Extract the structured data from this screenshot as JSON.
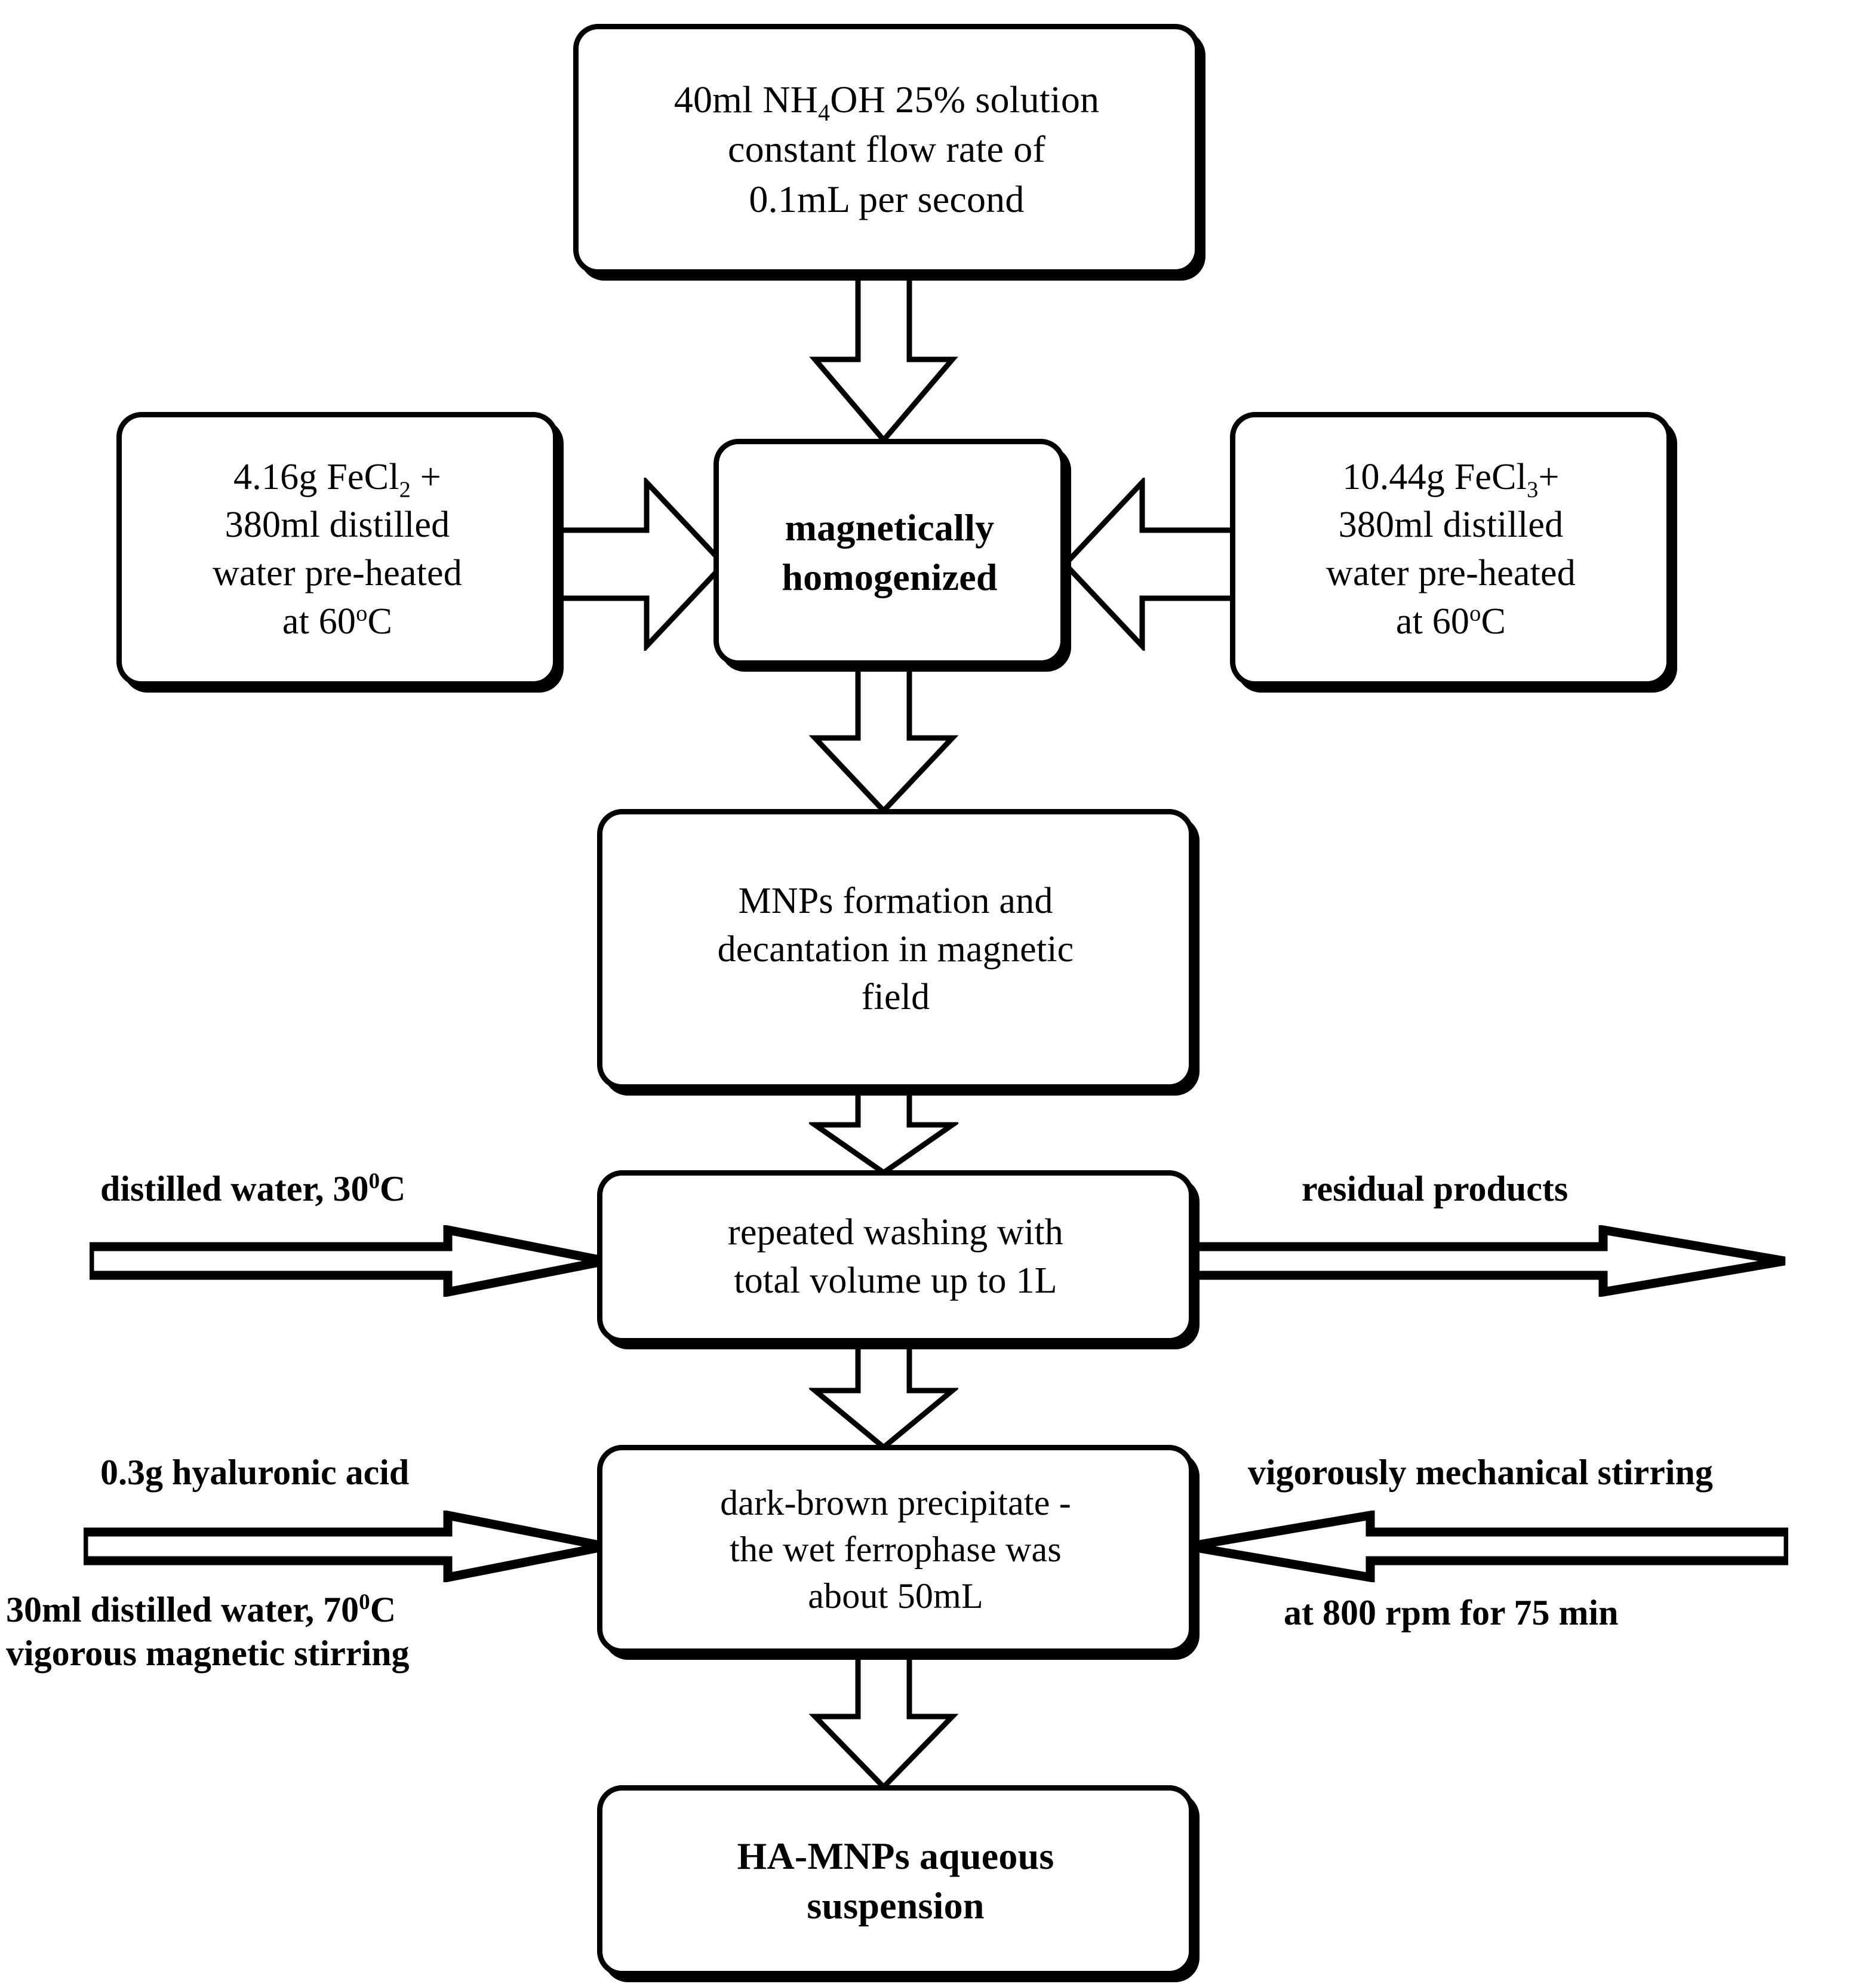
{
  "diagram": {
    "title": "HA-MNPs synthesis flowchart",
    "accent_color": "#000000",
    "background_color": "#ffffff"
  },
  "nodes": {
    "nh4oh": {
      "id": "nh4oh-box",
      "lines": [
        "40ml NH",
        "4",
        "OH 25% solution",
        "constant flow rate of",
        "0.1mL per second"
      ],
      "text_plain": "40ml NH4OH 25% solution constant flow rate of 0.1mL per second",
      "bold": false
    },
    "fecl2": {
      "id": "fecl2-box",
      "text_plain": "4.16g FeCl2 + 380ml distilled water pre-heated at 60oC",
      "amount": "4.16g",
      "reagent": "FeCl",
      "subscript": "2",
      "water": "380ml distilled",
      "heat_line1": "water pre-heated",
      "heat_line2": "at 60",
      "degree": "o",
      "unit": "C",
      "bold": false
    },
    "fecl3": {
      "id": "fecl3-box",
      "text_plain": "10.44g FeCl3 + 380ml distilled water pre-heated at 60oC",
      "amount": "10.44g",
      "reagent": "FeCl",
      "subscript": "3",
      "water": "380ml distilled",
      "heat_line1": "water pre-heated",
      "heat_line2": "at 60",
      "degree": "o",
      "unit": "C",
      "bold": false
    },
    "homogenized": {
      "id": "homogenized-box",
      "line1": "magnetically",
      "line2": "homogenized",
      "text_plain": "magnetically homogenized",
      "bold": true
    },
    "mnps": {
      "id": "mnps-box",
      "line1": "MNPs formation and",
      "line2": "decantation in magnetic",
      "line3": "field",
      "text_plain": "MNPs formation and decantation in magnetic field",
      "bold": false
    },
    "washing": {
      "id": "washing-box",
      "line1": "repeated washing with",
      "line2": "total volume up to 1L",
      "text_plain": "repeated washing with total volume up to 1L",
      "bold": false
    },
    "precipitate": {
      "id": "precipitate-box",
      "line1": "dark-brown precipitate -",
      "line2": "the wet ferrophase was",
      "line3": "about 50mL",
      "text_plain": "dark-brown precipitate - the wet ferrophase was about 50mL",
      "bold": false
    },
    "final": {
      "id": "final-box",
      "line1": "HA-MNPs aqueous",
      "line2": "suspension",
      "text_plain": "HA-MNPs aqueous suspension",
      "bold": true
    }
  },
  "labels": {
    "distilled_water_30": {
      "prefix": "distilled water, 30",
      "degree": "0",
      "unit": "C",
      "text_plain": "distilled water, 30 0C"
    },
    "residual_products": {
      "text_plain": "residual products"
    },
    "hyaluronic_acid": {
      "text_plain": "0.3g hyaluronic acid"
    },
    "distilled_water_70": {
      "line1_prefix": "30ml distilled water, 70",
      "degree": "0",
      "unit": "C",
      "line2": "vigorous magnetic stirring",
      "text_plain": "30ml distilled water, 70 0C vigorous magnetic stirring"
    },
    "vigorous_mechanical": {
      "text_plain": "vigorously mechanical stirring"
    },
    "rpm": {
      "text_plain": "at 800 rpm for 75 min"
    }
  },
  "arrows": {
    "nh4oh_to_homogenized": {
      "direction": "down",
      "style": "hollow-block"
    },
    "fecl2_to_homogenized": {
      "direction": "right",
      "style": "hollow-block"
    },
    "fecl3_to_homogenized": {
      "direction": "left",
      "style": "hollow-block"
    },
    "homogenized_to_mnps": {
      "direction": "down",
      "style": "hollow-block"
    },
    "mnps_to_washing": {
      "direction": "down",
      "style": "hollow-block"
    },
    "water_into_washing": {
      "direction": "right",
      "style": "hollow-line"
    },
    "washing_to_residual": {
      "direction": "right",
      "style": "hollow-line"
    },
    "washing_to_precipitate": {
      "direction": "down",
      "style": "hollow-block"
    },
    "ha_into_precipitate": {
      "direction": "right",
      "style": "hollow-line"
    },
    "stirring_into_precipitate": {
      "direction": "left",
      "style": "hollow-line"
    },
    "precipitate_to_final": {
      "direction": "down",
      "style": "hollow-block"
    }
  }
}
